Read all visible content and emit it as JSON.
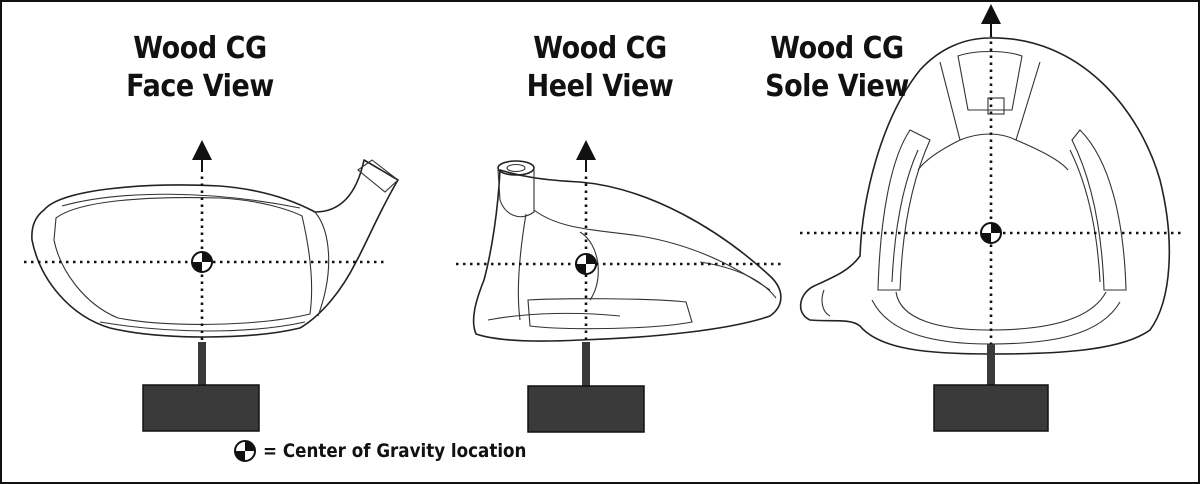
{
  "titles": {
    "face": {
      "line1": "Wood CG",
      "line2": "Face View"
    },
    "heel": {
      "line1": "Wood CG",
      "line2": "Heel View"
    },
    "sole": {
      "line1": "Wood CG",
      "line2": "Sole View"
    }
  },
  "legend": {
    "text": "= Center of Gravity location"
  },
  "colors": {
    "stroke": "#222222",
    "stand": "#3a3a3a",
    "background": "#ffffff"
  }
}
